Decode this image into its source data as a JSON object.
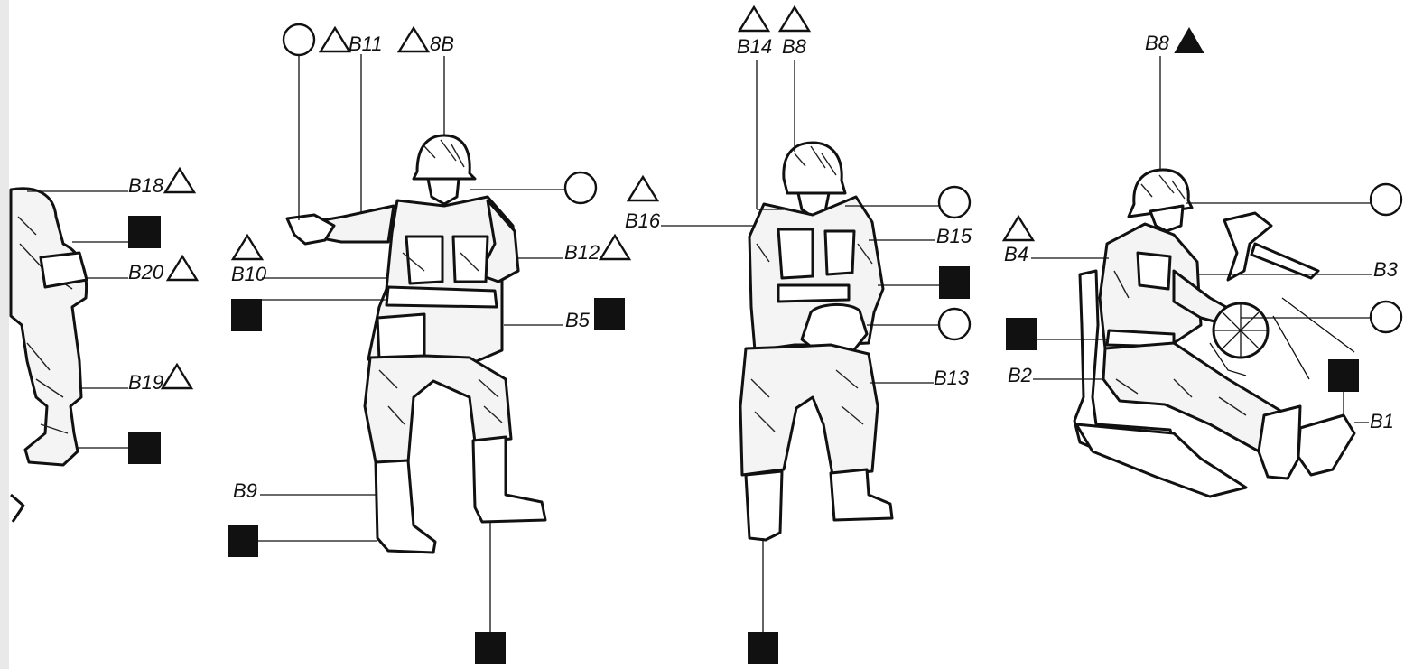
{
  "figure_1": {
    "labels": {
      "b18": "B18",
      "b20": "B20",
      "b19": "B19"
    }
  },
  "figure_2": {
    "labels": {
      "b11": "B11",
      "b8": "8B",
      "b10": "B10",
      "b12": "B12",
      "b5": "B5",
      "b9": "B9"
    }
  },
  "figure_3": {
    "labels": {
      "b14": "B14",
      "b8": "B8",
      "b16": "B16",
      "b15": "B15",
      "b13": "B13"
    }
  },
  "figure_4": {
    "labels": {
      "b8": "B8",
      "b4": "B4",
      "b3": "B3",
      "b2": "B2",
      "b1": "B1"
    }
  },
  "legend_symbols": [
    "open-circle",
    "open-triangle",
    "filled-triangle",
    "filled-square"
  ]
}
